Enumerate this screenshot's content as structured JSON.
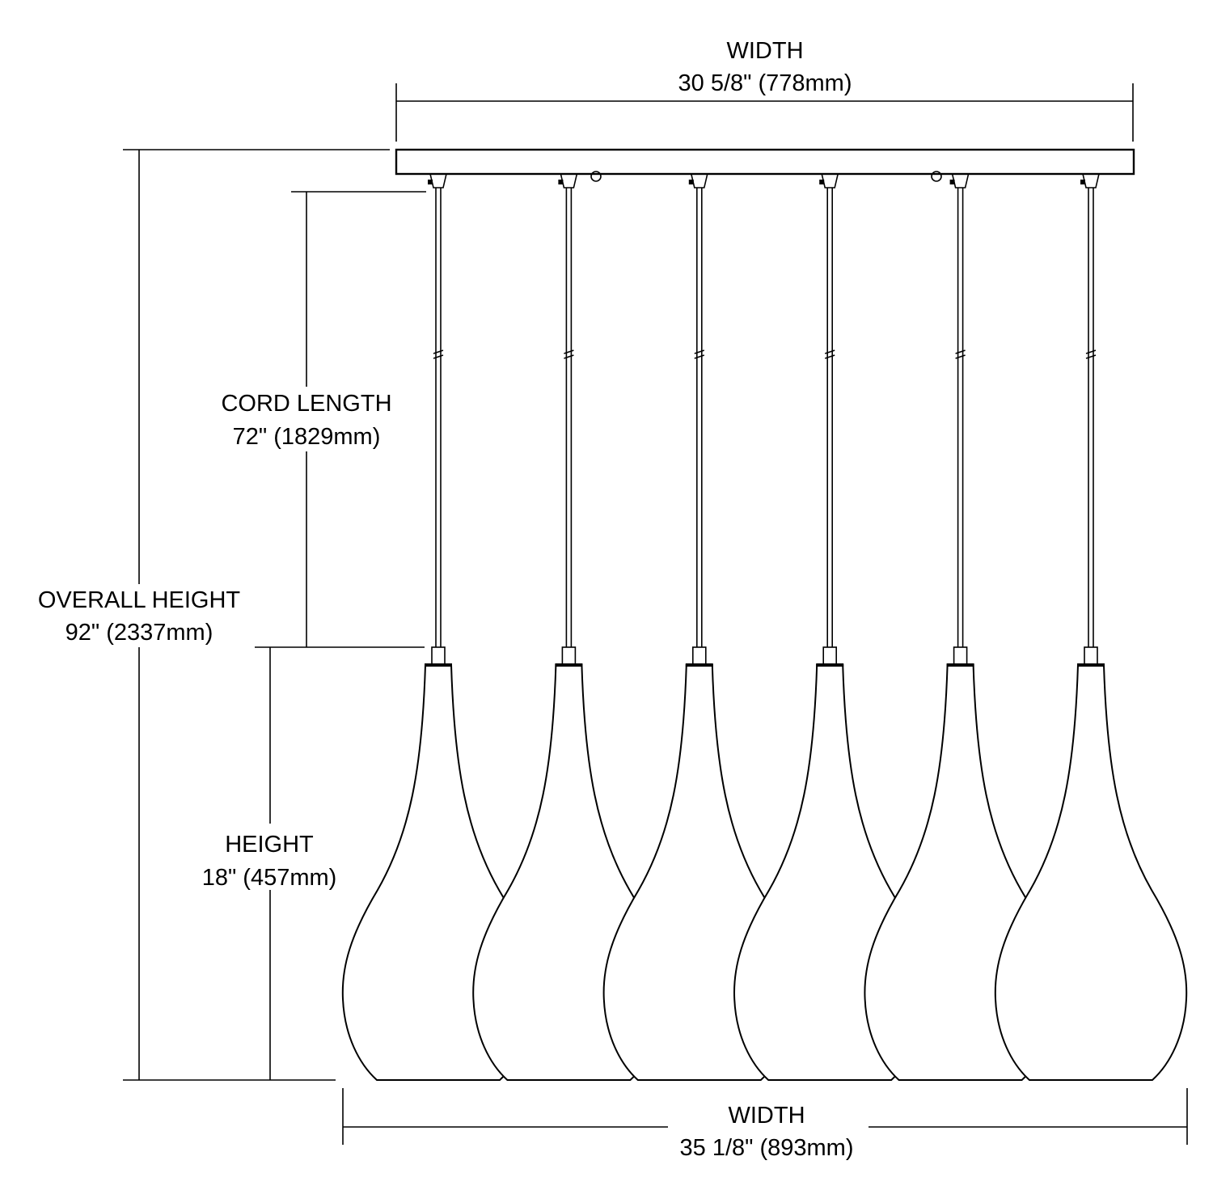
{
  "dimensions": {
    "top_width": {
      "label": "WIDTH",
      "value": "30 5/8\" (778mm)"
    },
    "overall_height": {
      "label": "OVERALL HEIGHT",
      "value": "92\" (2337mm)"
    },
    "cord_length": {
      "label": "CORD LENGTH",
      "value": "72\" (1829mm)"
    },
    "height": {
      "label": "HEIGHT",
      "value": "18\" (457mm)"
    },
    "bottom_width": {
      "label": "WIDTH",
      "value": "35 1/8\" (893mm)"
    }
  },
  "pendant_count": 6,
  "colors": {
    "line": "#000000",
    "background": "#ffffff"
  }
}
